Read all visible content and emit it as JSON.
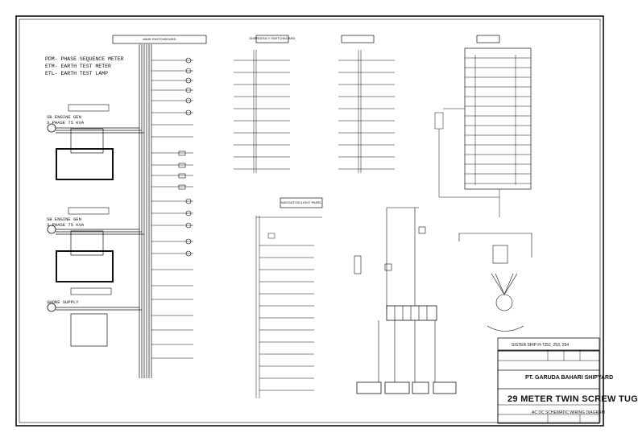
{
  "legend": [
    "PDM- PHASE SEQUENCE METER",
    "ETM- EARTH TEST METER",
    "ETL- EARTH TEST LAMP"
  ],
  "generators": [
    {
      "name": "SB ENGINE GEN",
      "rating": "3 PHASE 75 KVA"
    },
    {
      "name": "SB ENGINE GEN",
      "rating": "3 PHASE 75 KVA"
    },
    {
      "name": "SHORE SUPPLY",
      "rating": ""
    }
  ],
  "panels": {
    "main": "MAIN SWITCHBOARD",
    "emergency": "EMERGENCY SWITCHBOARD",
    "nav": "NAVIGATION LIGHT PANEL"
  },
  "title_block": {
    "company": "PT. GARUDA BAHARI SHIPYARD",
    "vessel": "29 METER TWIN SCREW TUG",
    "drawing": "AC DC SCHEMATIC WIRING DIAGRAM",
    "sister_ship": "SISTER SHIP H-7252, 253, 254"
  },
  "colors": {
    "ink": "#111111",
    "paper": "#ffffff"
  }
}
